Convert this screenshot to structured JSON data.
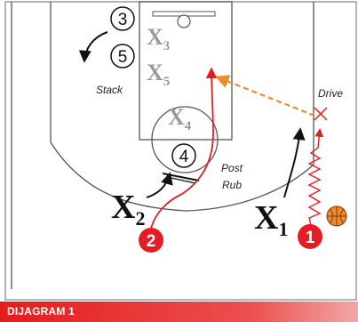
{
  "diagram": {
    "offense": [
      {
        "number": "3",
        "color": "white"
      },
      {
        "number": "5",
        "color": "white"
      },
      {
        "number": "4",
        "color": "white"
      },
      {
        "number": "2",
        "color": "red"
      },
      {
        "number": "1",
        "color": "red"
      }
    ],
    "defense": [
      {
        "label": "X",
        "sub": "3",
        "style": "gray"
      },
      {
        "label": "X",
        "sub": "5",
        "style": "gray"
      },
      {
        "label": "X",
        "sub": "4",
        "style": "gray"
      },
      {
        "label": "X",
        "sub": "2",
        "style": "black"
      },
      {
        "label": "X",
        "sub": "1",
        "style": "black"
      }
    ],
    "annotations": {
      "stack": "Stack",
      "drive": "Drive",
      "post": "Post",
      "rub": "Rub"
    },
    "colors": {
      "offense_red": "#e41d24",
      "cut_line": "#e41d24",
      "pass_line": "#f08a2a",
      "defense_gray": "#9a9a9a",
      "court_line": "#555555"
    }
  },
  "caption": "DIJAGRAM 1"
}
